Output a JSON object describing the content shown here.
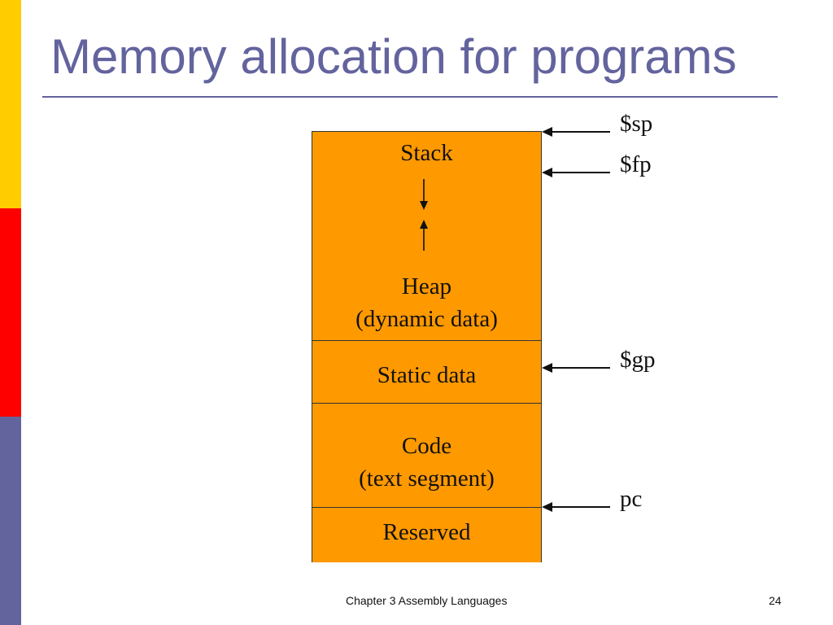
{
  "slide": {
    "title": "Memory allocation for programs",
    "footer": "Chapter 3 Assembly Languages",
    "page_number": "24"
  },
  "colors": {
    "title": "#63639e",
    "accent_bar_yellow": "#ffcc00",
    "accent_bar_red": "#ff0000",
    "accent_bar_blue": "#63639e",
    "segment_fill": "#ff9900",
    "rule": "#63639e"
  },
  "memory_layout": {
    "segments": [
      {
        "label": "Stack"
      },
      {
        "label": "Heap",
        "sublabel": "(dynamic data)"
      },
      {
        "label": "Static data"
      },
      {
        "label": "Code",
        "sublabel": "(text segment)"
      },
      {
        "label": "Reserved"
      }
    ]
  },
  "pointers": [
    {
      "label": "$sp"
    },
    {
      "label": "$fp"
    },
    {
      "label": "$gp"
    },
    {
      "label": "pc"
    }
  ]
}
